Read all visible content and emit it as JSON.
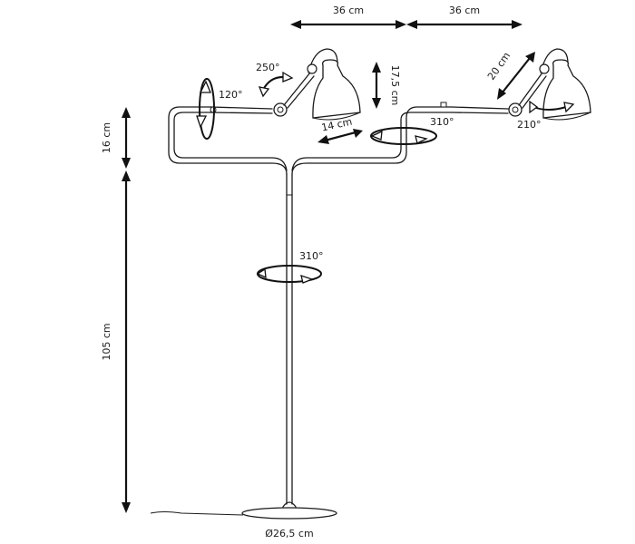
{
  "dimensions": {
    "arm_left_width": "36 cm",
    "arm_right_width": "36 cm",
    "upper_height": "16 cm",
    "stand_height": "105 cm",
    "shade_height": "17,5 cm",
    "arm_left_extension": "14 cm",
    "arm_right_extension": "20 cm",
    "base_diameter": "Ø26,5 cm"
  },
  "rotations": {
    "left_knuckle": "250°",
    "left_arm_tilt": "120°",
    "right_joint": "310°",
    "right_shade": "210°",
    "stem": "310°"
  }
}
